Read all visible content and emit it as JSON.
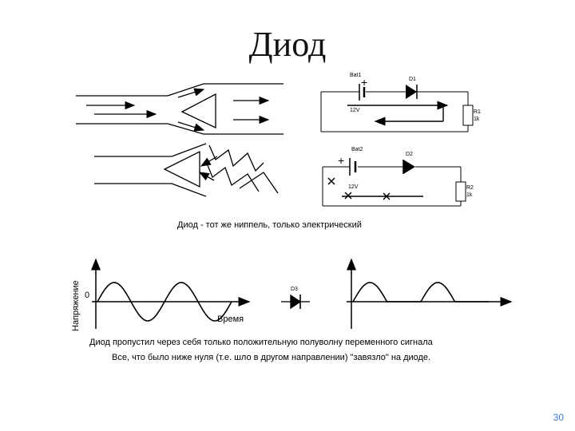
{
  "title": "Диод",
  "slide_number": "30",
  "valve_caption": "Диод - тот же ниппель, только электрический",
  "circuit1": {
    "battery": "Bat1",
    "voltage": "12V",
    "diode": "D1",
    "resistor": "R1",
    "resistor_value": "1k"
  },
  "circuit2": {
    "battery": "Bat2",
    "voltage": "12V",
    "diode": "D2",
    "resistor": "R2",
    "resistor_value": "1k"
  },
  "waveform": {
    "y_axis_label": "Напряжение",
    "zero_label": "0",
    "x_axis_label": "Время",
    "diode_label": "D3"
  },
  "bottom_caption_line1": "Диод пропустил через себя только положительную полуволну переменного сигнала",
  "bottom_caption_line2": "Все, что было ниже нуля (т.е. шло в другом направлении) \"завязло\" на диоде."
}
